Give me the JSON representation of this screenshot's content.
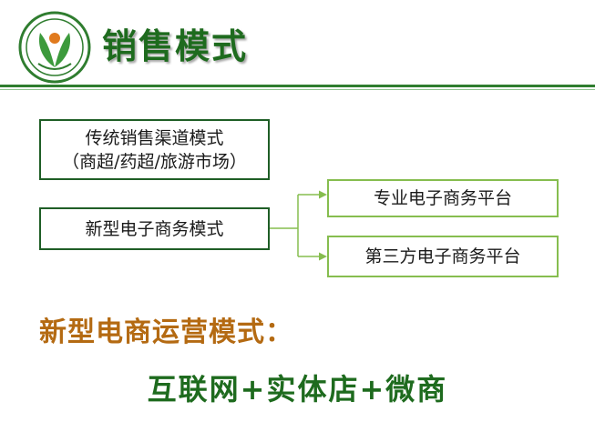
{
  "header": {
    "title": "销售模式"
  },
  "diagram": {
    "traditional": {
      "line1": "传统销售渠道模式",
      "line2": "（商超/药超/旅游市场）"
    },
    "new_model": "新型电子商务模式",
    "branches": [
      "专业电子商务平台",
      "第三方电子商务平台"
    ]
  },
  "subtitle": "新型电商运营模式：",
  "formula": "互联网+实体店+微商",
  "colors": {
    "title_green": "#1e6b1e",
    "rule_green": "#2f7d2f",
    "box_dark": "#1f5e26",
    "box_light": "#86bd4f",
    "subtitle_orange": "#b46a12"
  }
}
